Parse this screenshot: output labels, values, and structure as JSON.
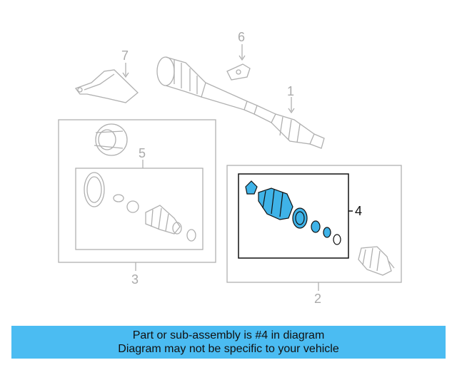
{
  "callouts": {
    "c1": "1",
    "c2": "2",
    "c3": "3",
    "c4": "4",
    "c5": "5",
    "c6": "6",
    "c7": "7"
  },
  "banner": {
    "line1": "Part or sub-assembly is #4 in diagram",
    "line2": "Diagram may not be specific to your vehicle"
  },
  "colors": {
    "highlight": "#4bbcf2",
    "part_fill": "#3fb3e8",
    "line_gray": "#b0b0b0"
  }
}
